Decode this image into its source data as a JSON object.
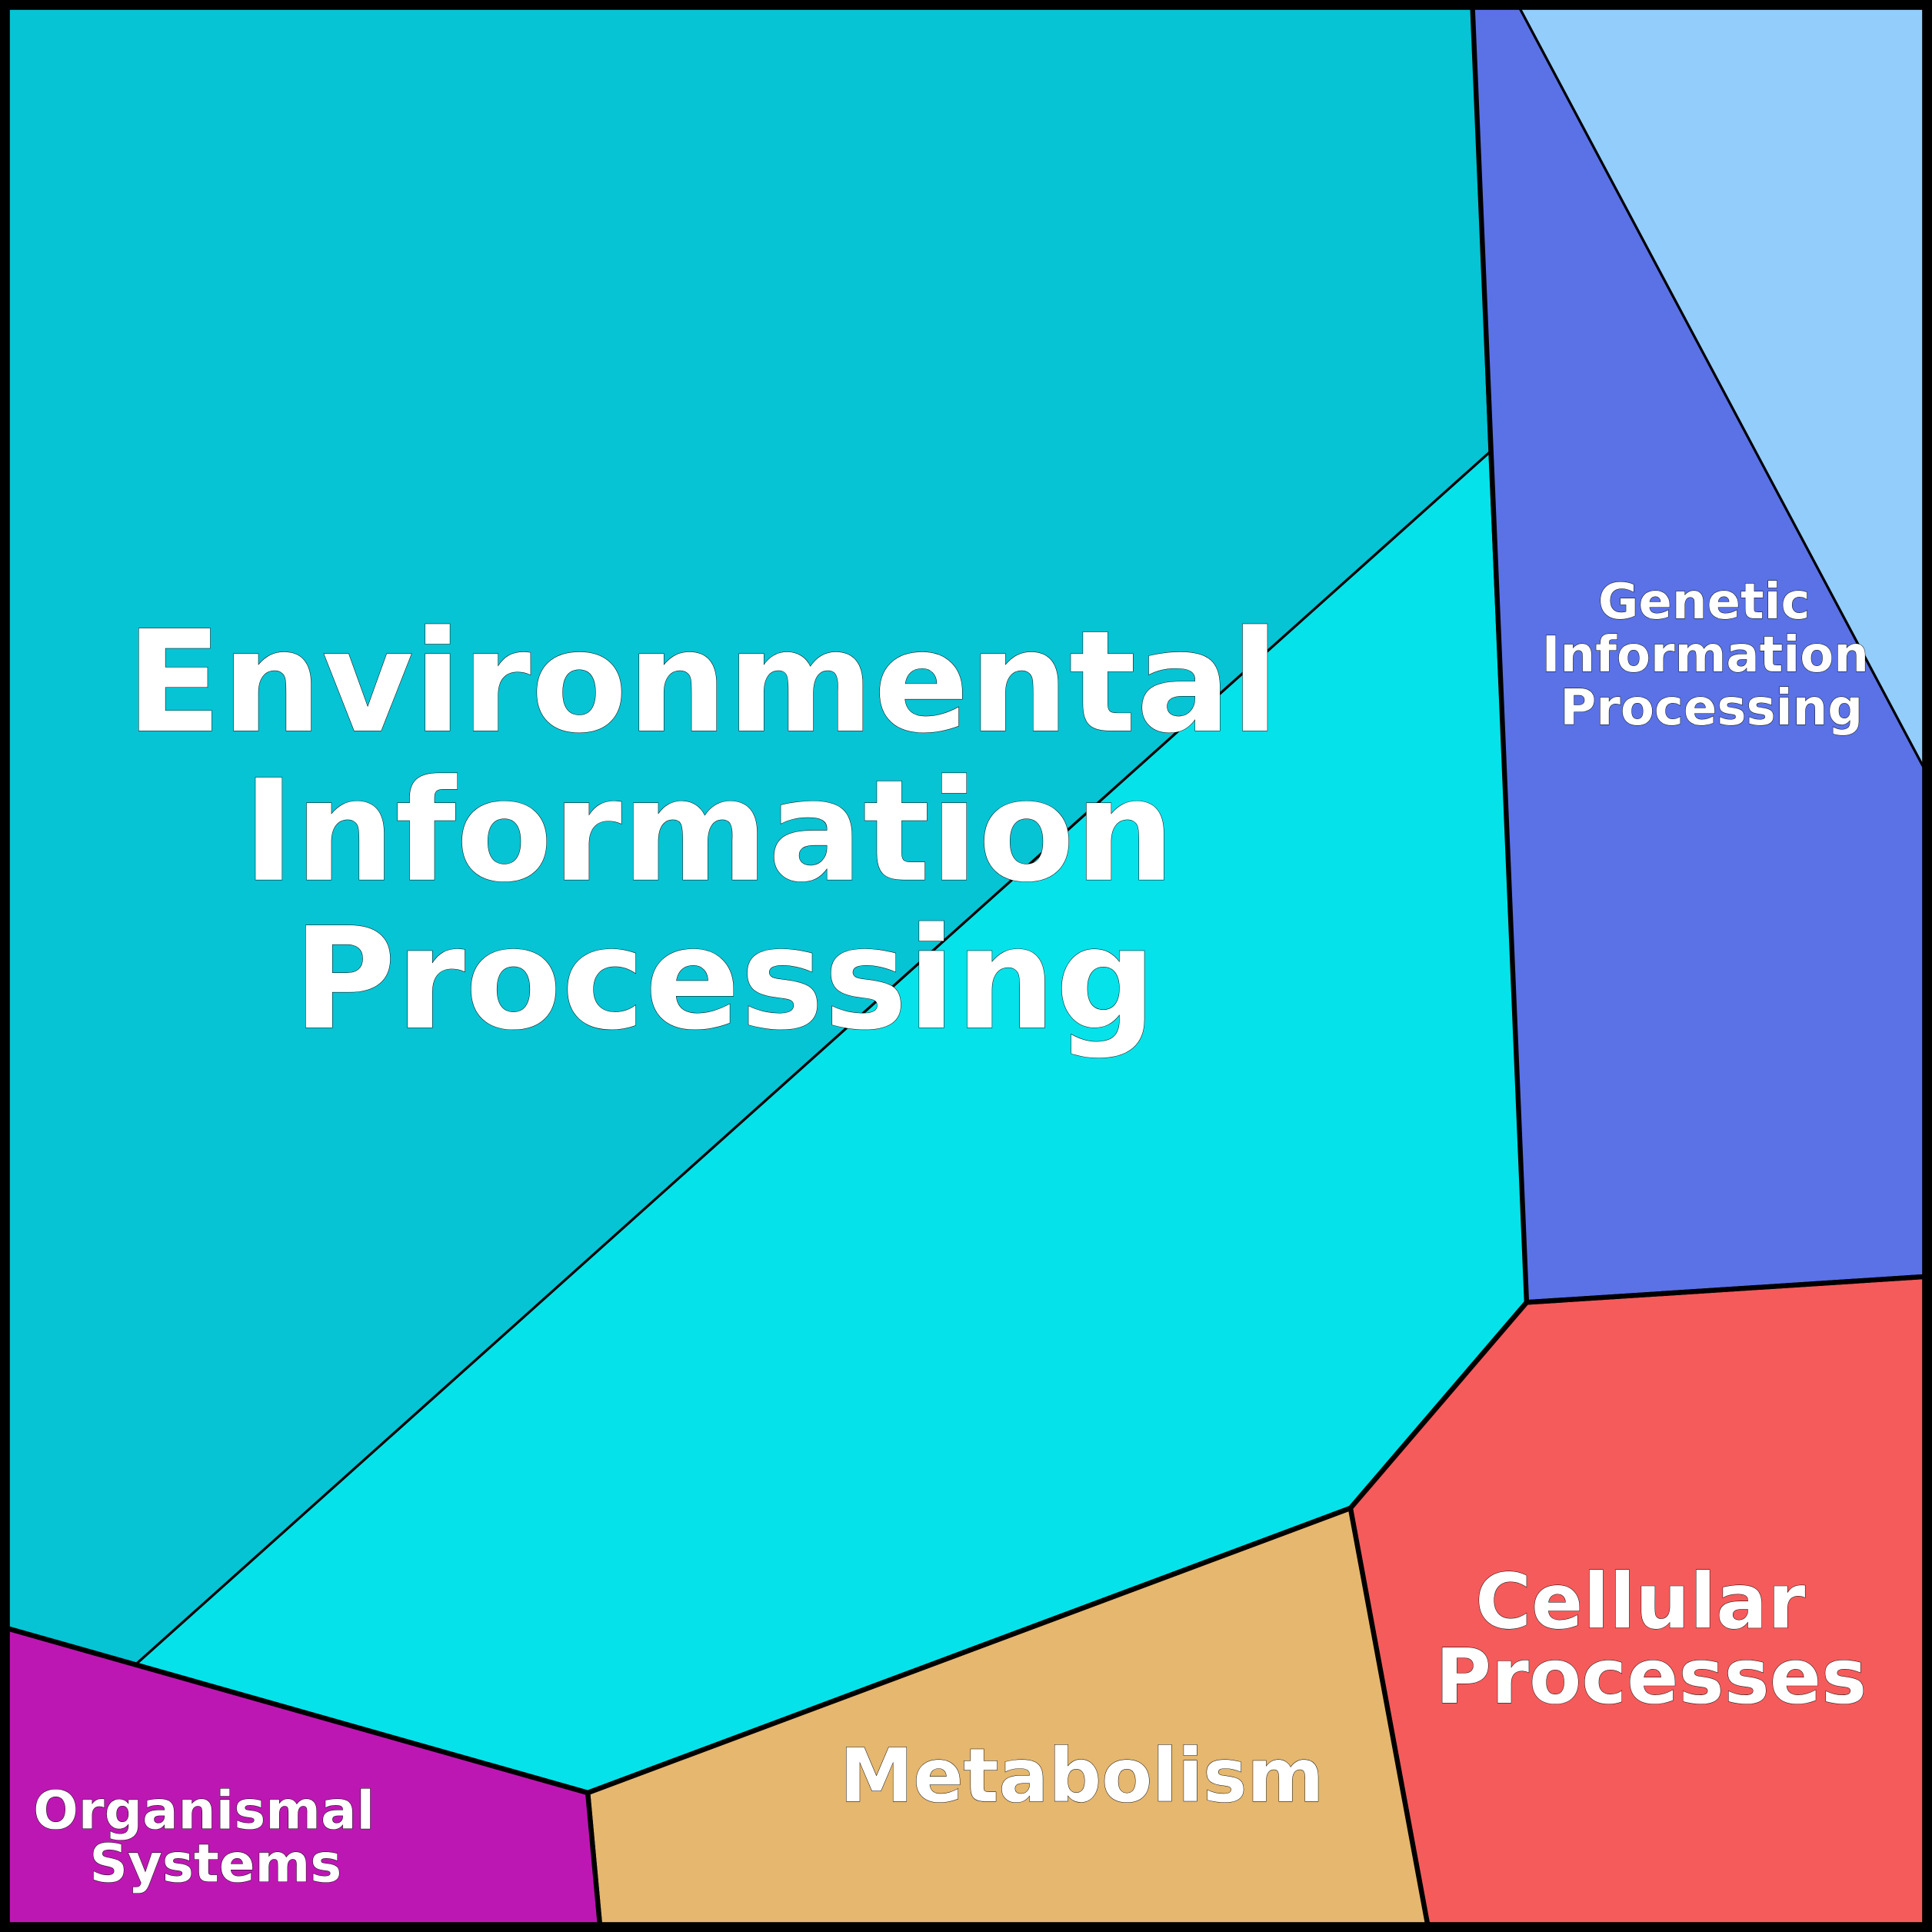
{
  "title": "Voronoi treemap of KEGG pathway categories",
  "regions": [
    {
      "id": "environmental",
      "label": [
        "Environmental",
        "Information",
        "Processing"
      ],
      "colors": [
        "#06c4d4",
        "#06e2e9"
      ]
    },
    {
      "id": "genetic",
      "label": [
        "Genetic",
        "Information",
        "Processing"
      ],
      "colors": [
        "#5a72e6",
        "#93cdfb"
      ]
    },
    {
      "id": "cellular",
      "label": [
        "Cellular",
        "Processes"
      ],
      "colors": [
        "#f55b5b"
      ]
    },
    {
      "id": "metabolism",
      "label": [
        "Metabolism"
      ],
      "colors": [
        "#e5b76f"
      ]
    },
    {
      "id": "organismal",
      "label": [
        "Organismal",
        "Systems"
      ],
      "colors": [
        "#bd17b3"
      ]
    }
  ]
}
